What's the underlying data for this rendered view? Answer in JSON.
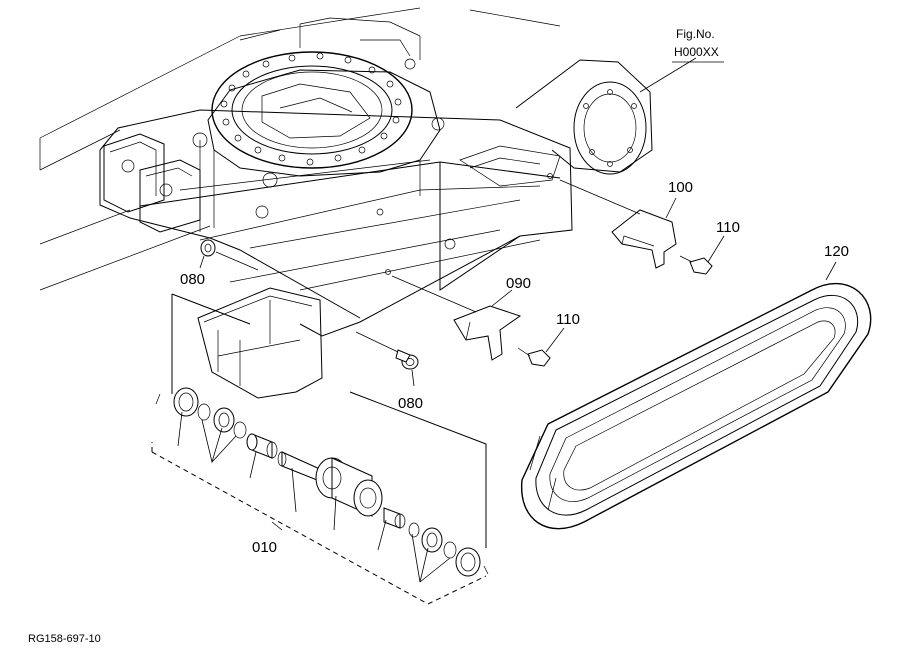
{
  "figure": {
    "fig_no_label": "Fig.No.",
    "fig_no_value": "H000XX",
    "reference_code": "RG158-697-10"
  },
  "callouts": {
    "p010": "010",
    "p080_left": "080",
    "p080_right": "080",
    "p090": "090",
    "p100": "100",
    "p110_upper": "110",
    "p110_lower": "110",
    "p120": "120"
  },
  "colors": {
    "line": "#000000",
    "background": "#ffffff"
  }
}
